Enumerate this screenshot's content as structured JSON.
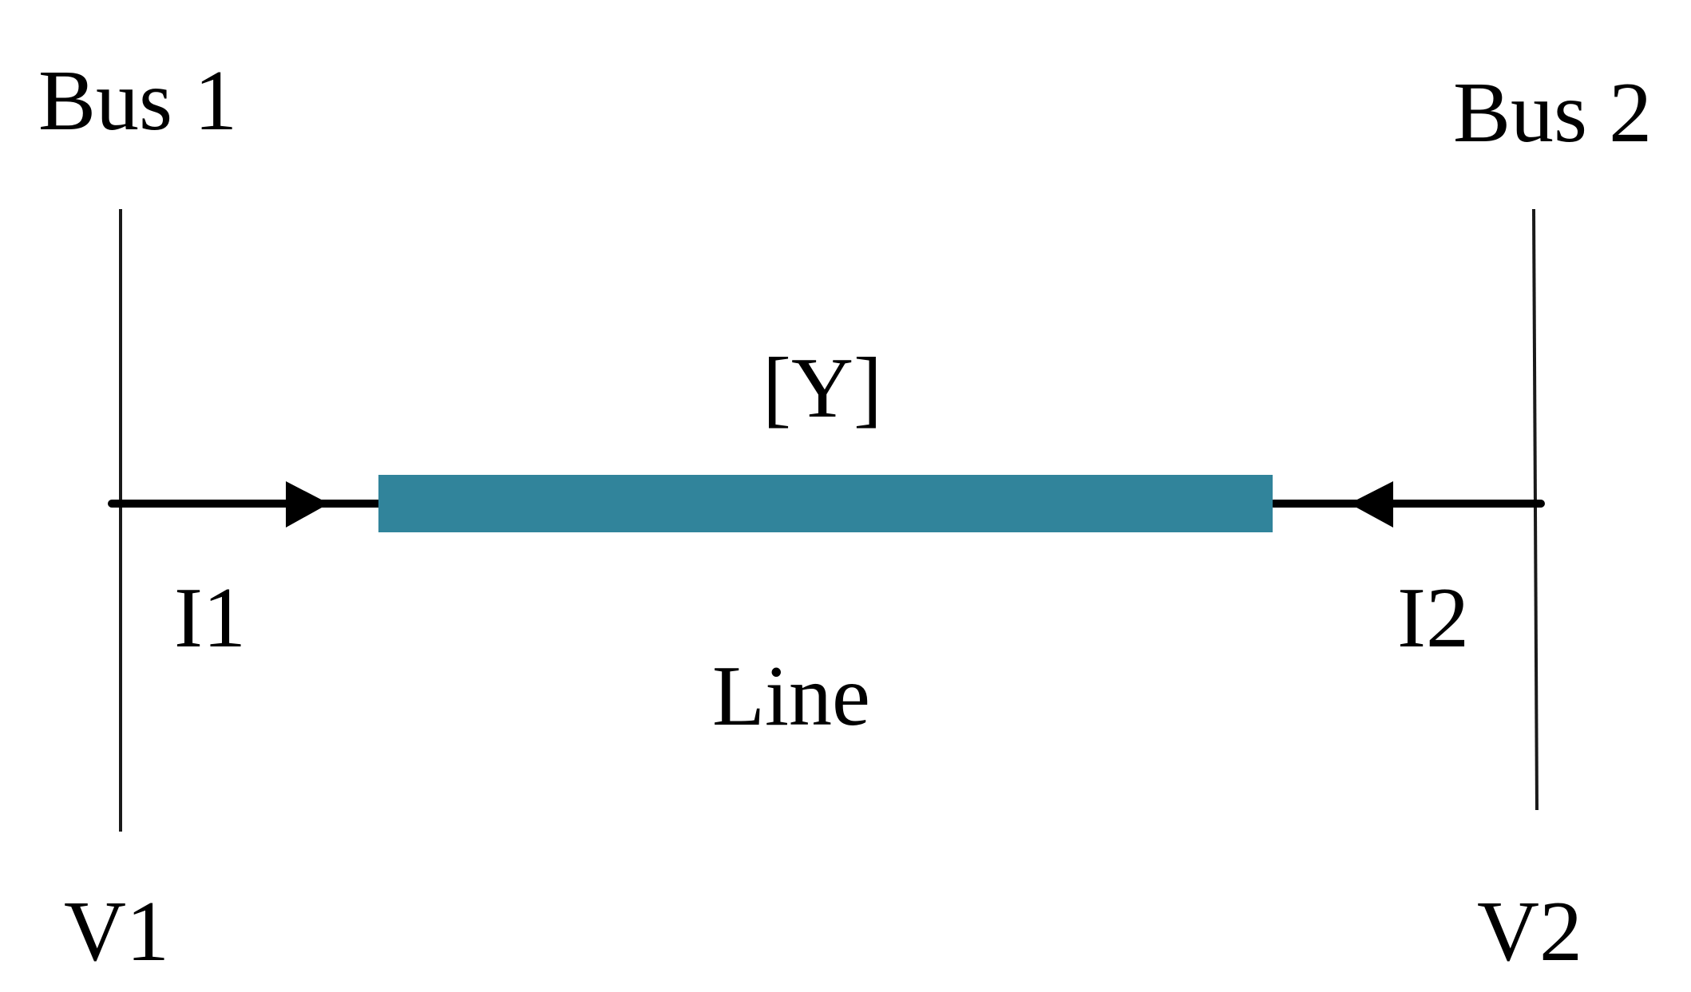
{
  "labels": {
    "bus1": "Bus 1",
    "bus2": "Bus 2",
    "admittance": "[Y]",
    "line": "Line",
    "current1": "I1",
    "current2": "I2",
    "voltage1": "V1",
    "voltage2": "V2"
  },
  "colors": {
    "line_block": "#31849b",
    "wire": "#000000",
    "bus_bar": "#1a1a1a"
  }
}
